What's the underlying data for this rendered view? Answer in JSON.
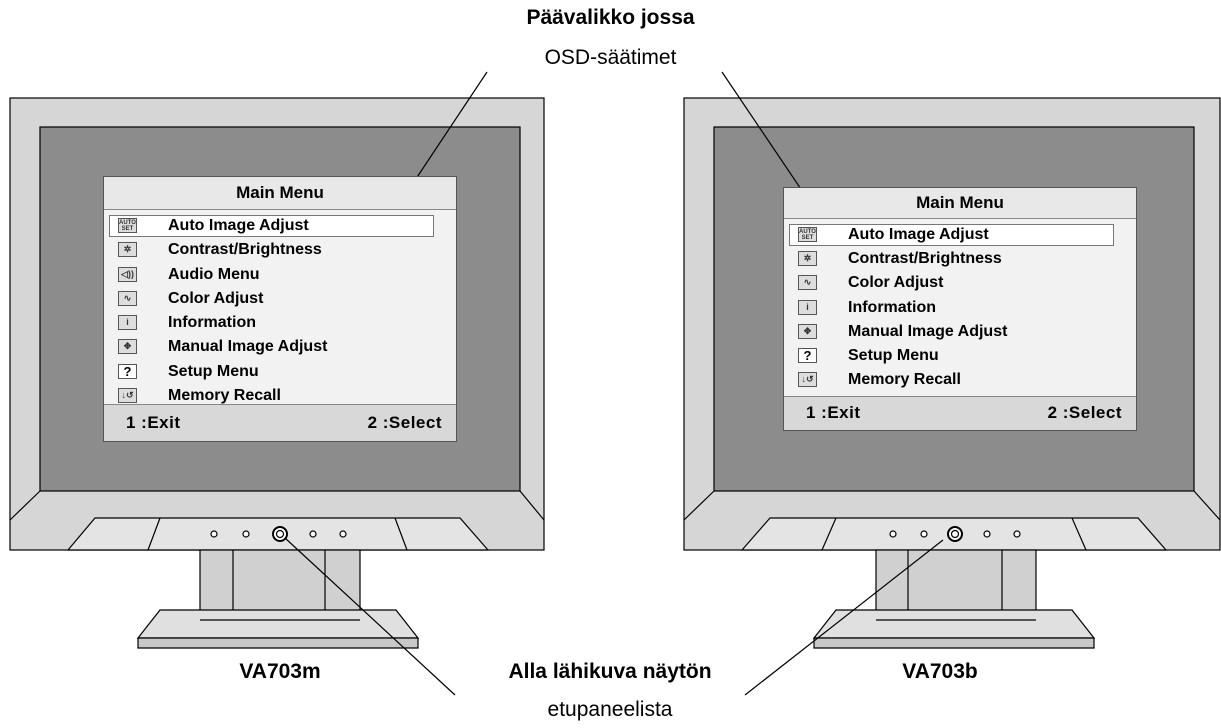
{
  "callouts": {
    "top_title": "Päävalikko jossa",
    "top_subtitle": "OSD-säätimet",
    "bottom_title": "Alla lähikuva näytön",
    "bottom_subtitle": "etupaneelista"
  },
  "monitors": [
    {
      "model": "VA703m",
      "osd": {
        "title": "Main Menu",
        "items": [
          {
            "label": "Auto Image Adjust",
            "icon": "auto-set-icon",
            "glyph": "AUTO SET",
            "selected": true
          },
          {
            "label": "Contrast/Brightness",
            "icon": "contrast-brightness-icon",
            "glyph": "✲"
          },
          {
            "label": "Audio Menu",
            "icon": "speaker-icon",
            "glyph": "◁))"
          },
          {
            "label": "Color Adjust",
            "icon": "color-adjust-icon",
            "glyph": "∿"
          },
          {
            "label": "Information",
            "icon": "info-icon",
            "glyph": "i"
          },
          {
            "label": "Manual Image Adjust",
            "icon": "move-arrows-icon",
            "glyph": "✥"
          },
          {
            "label": "Setup Menu",
            "icon": "question-icon",
            "glyph": "?"
          },
          {
            "label": "Memory Recall",
            "icon": "recall-icon",
            "glyph": "↓↺"
          }
        ],
        "exit": "1 :Exit",
        "select": "2 :Select"
      }
    },
    {
      "model": "VA703b",
      "osd": {
        "title": "Main Menu",
        "items": [
          {
            "label": "Auto Image Adjust",
            "icon": "auto-set-icon",
            "glyph": "AUTO SET",
            "selected": true
          },
          {
            "label": "Contrast/Brightness",
            "icon": "contrast-brightness-icon",
            "glyph": "✲"
          },
          {
            "label": "Color Adjust",
            "icon": "color-adjust-icon",
            "glyph": "∿"
          },
          {
            "label": "Information",
            "icon": "info-icon",
            "glyph": "i"
          },
          {
            "label": "Manual Image Adjust",
            "icon": "move-arrows-icon",
            "glyph": "✥"
          },
          {
            "label": "Setup Menu",
            "icon": "question-icon",
            "glyph": "?"
          },
          {
            "label": "Memory Recall",
            "icon": "recall-icon",
            "glyph": "↓↺"
          }
        ],
        "exit": "1 :Exit",
        "select": "2 :Select"
      }
    }
  ],
  "colors": {
    "bezel": "#d6d6d6",
    "screen": "#8c8c8c",
    "outline": "#000000"
  }
}
